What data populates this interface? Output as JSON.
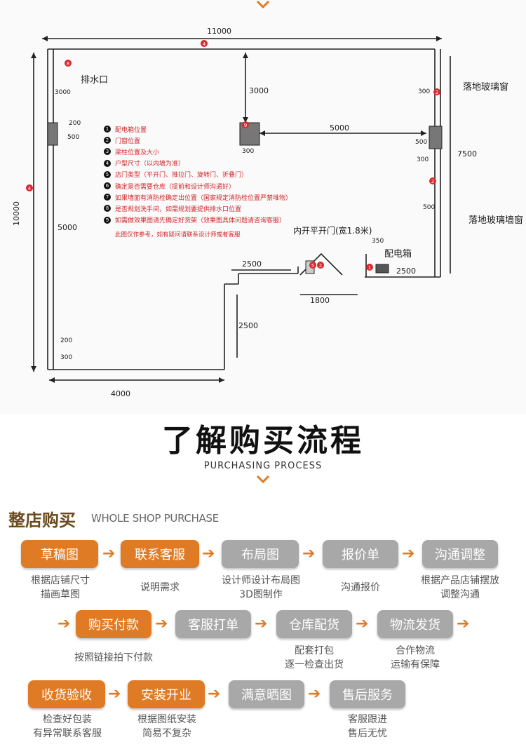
{
  "sketch": {
    "dims": {
      "top_width": "11000",
      "left_height": "10000",
      "right_height": "7500",
      "bottom_width": "4000",
      "inset_3000": "3000",
      "span_5000": "5000",
      "notch_2500_h": "2500",
      "notch_2500_v": "2500",
      "door_1800": "1800",
      "right_2500": "2500",
      "left_300": "300",
      "left_200": "200",
      "left_500": "500",
      "left_5000": "5000",
      "left_3000": "3000",
      "col_300": "300",
      "col_500": "500",
      "right_300": "300",
      "right_500": "500",
      "right_300b": "300",
      "right_500b": "500",
      "bottom_200": "200",
      "bottom_300": "300",
      "door_350": "350"
    },
    "handwriting": {
      "drain": "排水口",
      "window_top": "落地玻璃窗",
      "window_bottom": "落地玻璃墙窗",
      "door": "内开平开门(宽1.8米)",
      "elec_box": "配电箱"
    },
    "pins": [
      "8",
      "4",
      "9",
      "2",
      "4",
      "2",
      "5",
      "2",
      "1"
    ],
    "legend": [
      {
        "num": "1",
        "text": "配电箱位置"
      },
      {
        "num": "2",
        "text": "门窗位置"
      },
      {
        "num": "3",
        "text": "梁柱位置及大小"
      },
      {
        "num": "4",
        "text": "户型尺寸（以内墙为准）"
      },
      {
        "num": "5",
        "text": "店门类型（平开门、推拉门、旋转门、折叠门）"
      },
      {
        "num": "6",
        "text": "确定是否需要仓库（提前和设计师沟通好）"
      },
      {
        "num": "7",
        "text": "如果墙面有消防栓确定出位置（国家规定消防栓位置严禁堆物）"
      },
      {
        "num": "8",
        "text": "是否规划洗手间，如需规划要提供排水口位置"
      },
      {
        "num": "9",
        "text": "如需做效果图请先确定好货架（效果图具体问题请咨询客服）"
      }
    ],
    "legend_note": "此图仅作参考，如有疑问请联系设计师或者客服"
  },
  "header": {
    "title": "了解购买流程",
    "subtitle": "PURCHASING PROCESS"
  },
  "shop": {
    "title": "整店购买",
    "subtitle": "WHOLE SHOP PURCHASE"
  },
  "steps": {
    "s1": {
      "label": "草稿图",
      "desc1": "根据店铺尺寸",
      "desc2": "描画草图"
    },
    "s2": {
      "label": "联系客服",
      "desc1": "说明需求",
      "desc2": ""
    },
    "s3": {
      "label": "布局图",
      "desc1": "设计师设计布局图",
      "desc2": "3D图制作"
    },
    "s4": {
      "label": "报价单",
      "desc1": "沟通报价",
      "desc2": ""
    },
    "s5": {
      "label": "沟通调整",
      "desc1": "根据产品店铺摆放",
      "desc2": "调整沟通"
    },
    "s6": {
      "label": "购买付款",
      "desc1": "按照链接拍下付款",
      "desc2": ""
    },
    "s7": {
      "label": "客服打单",
      "desc1": "",
      "desc2": ""
    },
    "s8": {
      "label": "仓库配货",
      "desc1": "配套打包",
      "desc2": "逐一检查出货"
    },
    "s9": {
      "label": "物流发货",
      "desc1": "合作物流",
      "desc2": "运输有保障"
    },
    "s10": {
      "label": "收货验收",
      "desc1": "检查好包装",
      "desc2": "有异常联系客服"
    },
    "s11": {
      "label": "安装开业",
      "desc1": "根据图纸安装",
      "desc2": "简易不复杂"
    },
    "s12": {
      "label": "满意晒图",
      "desc1": "",
      "desc2": ""
    },
    "s13": {
      "label": "售后服务",
      "desc1": "客服跟进",
      "desc2": "售后无忧"
    }
  },
  "colors": {
    "accent": "#e07b25",
    "gray": "#a8a8a8",
    "pin": "#d8272d",
    "brown": "#6b4a1e"
  },
  "icons": [
    "chevron-down-icon",
    "arrow-right-icon"
  ]
}
